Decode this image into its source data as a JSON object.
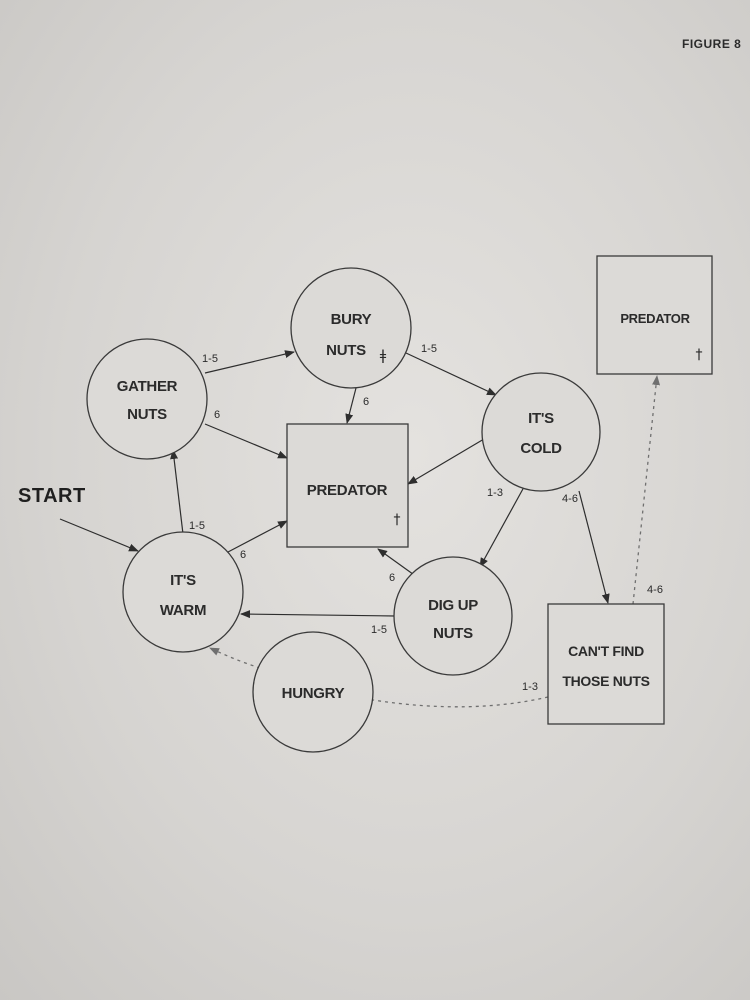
{
  "corner_label": "FIGURE 8",
  "start_label": "START",
  "nodes": {
    "gather_nuts": {
      "lines": [
        "GATHER",
        "NUTS"
      ]
    },
    "bury_nuts": {
      "lines": [
        "BURY",
        "NUTS"
      ],
      "mark": "ǂ"
    },
    "its_cold": {
      "lines": [
        "IT'S",
        "COLD"
      ]
    },
    "predator_center": {
      "lines": [
        "PREDATOR"
      ],
      "mark": "†"
    },
    "its_warm": {
      "lines": [
        "IT'S",
        "WARM"
      ]
    },
    "dig_up_nuts": {
      "lines": [
        "DIG UP",
        "NUTS"
      ]
    },
    "predator_right": {
      "lines": [
        "PREDATOR"
      ],
      "mark": "†"
    },
    "cant_find": {
      "lines": [
        "CAN'T FIND",
        "THOSE NUTS"
      ]
    },
    "hungry": {
      "lines": [
        "HUNGRY"
      ]
    }
  },
  "edge_labels": {
    "gather_to_bury": "1-5",
    "gather_to_predator": "6",
    "bury_to_predator": "6",
    "bury_to_cold": "1-5",
    "cold_to_dig": "1-3",
    "cold_to_cantfind": "4-6",
    "warm_to_gather": "1-5",
    "warm_to_predator": "6",
    "dig_to_predator": "6",
    "dig_to_warm": "1-5",
    "cantfind_to_predator": "4-6",
    "cantfind_to_hungry": "1-3"
  }
}
